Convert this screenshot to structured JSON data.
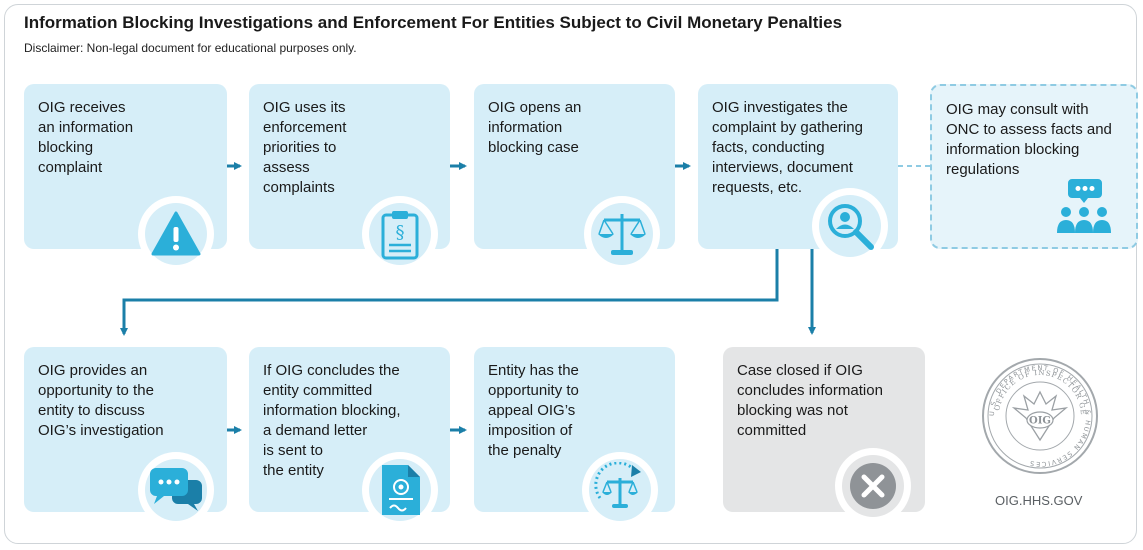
{
  "header": {
    "title": "Information Blocking Investigations and Enforcement For Entities Subject to Civil Monetary Penalties",
    "disclaimer": "Disclaimer: Non-legal document for educational purposes only."
  },
  "steps": [
    {
      "text": "OIG receives\nan information\nblocking\ncomplaint",
      "icon": "warning-icon"
    },
    {
      "text": "OIG uses its\nenforcement\npriorities to\nassess\ncomplaints",
      "icon": "clipboard-section-icon"
    },
    {
      "text": "OIG opens an\ninformation\nblocking case",
      "icon": "scales-icon"
    },
    {
      "text": "OIG investigates the\ncomplaint by gathering\nfacts, conducting\ninterviews, document\nrequests, etc.",
      "icon": "magnifier-person-icon"
    },
    {
      "text": "OIG may consult with\nONC to assess facts and\ninformation blocking\nregulations",
      "icon": "meeting-group-icon"
    },
    {
      "text": "OIG provides an\nopportunity to the\nentity to discuss\nOIG’s investigation",
      "icon": "chat-bubbles-icon"
    },
    {
      "text": "If OIG concludes the\nentity committed\ninformation blocking,\na demand letter\nis sent to\nthe entity",
      "icon": "demand-letter-icon"
    },
    {
      "text": "Entity has the\nopportunity to\nappeal OIG’s\nimposition of\nthe penalty",
      "icon": "appeal-scales-icon"
    },
    {
      "text": "Case closed if OIG\nconcludes information\nblocking was not\ncommitted",
      "icon": "close-x-icon"
    }
  ],
  "seal": {
    "ring_text": "U.S. DEPARTMENT OF HEALTH & HUMAN SERVICES",
    "office_text": "OFFICE OF INSPECTOR GENERAL",
    "badge": "OIG",
    "website": "OIG.HHS.GOV"
  },
  "colors": {
    "box": "#d6eef8",
    "arrow": "#1b7fa8",
    "icon": "#2bafd9",
    "closed_box": "#e4e5e6",
    "closed_icon": "#8f9397"
  }
}
